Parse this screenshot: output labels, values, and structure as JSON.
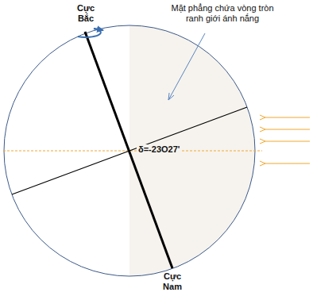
{
  "diagram": {
    "labels": [
      "Cực Bắc",
      "Mặt phẳng chứa vòng tròn ranh giới ánh nắng",
      "δ=-23O27'",
      "Cực Nam"
    ]
  }
}
